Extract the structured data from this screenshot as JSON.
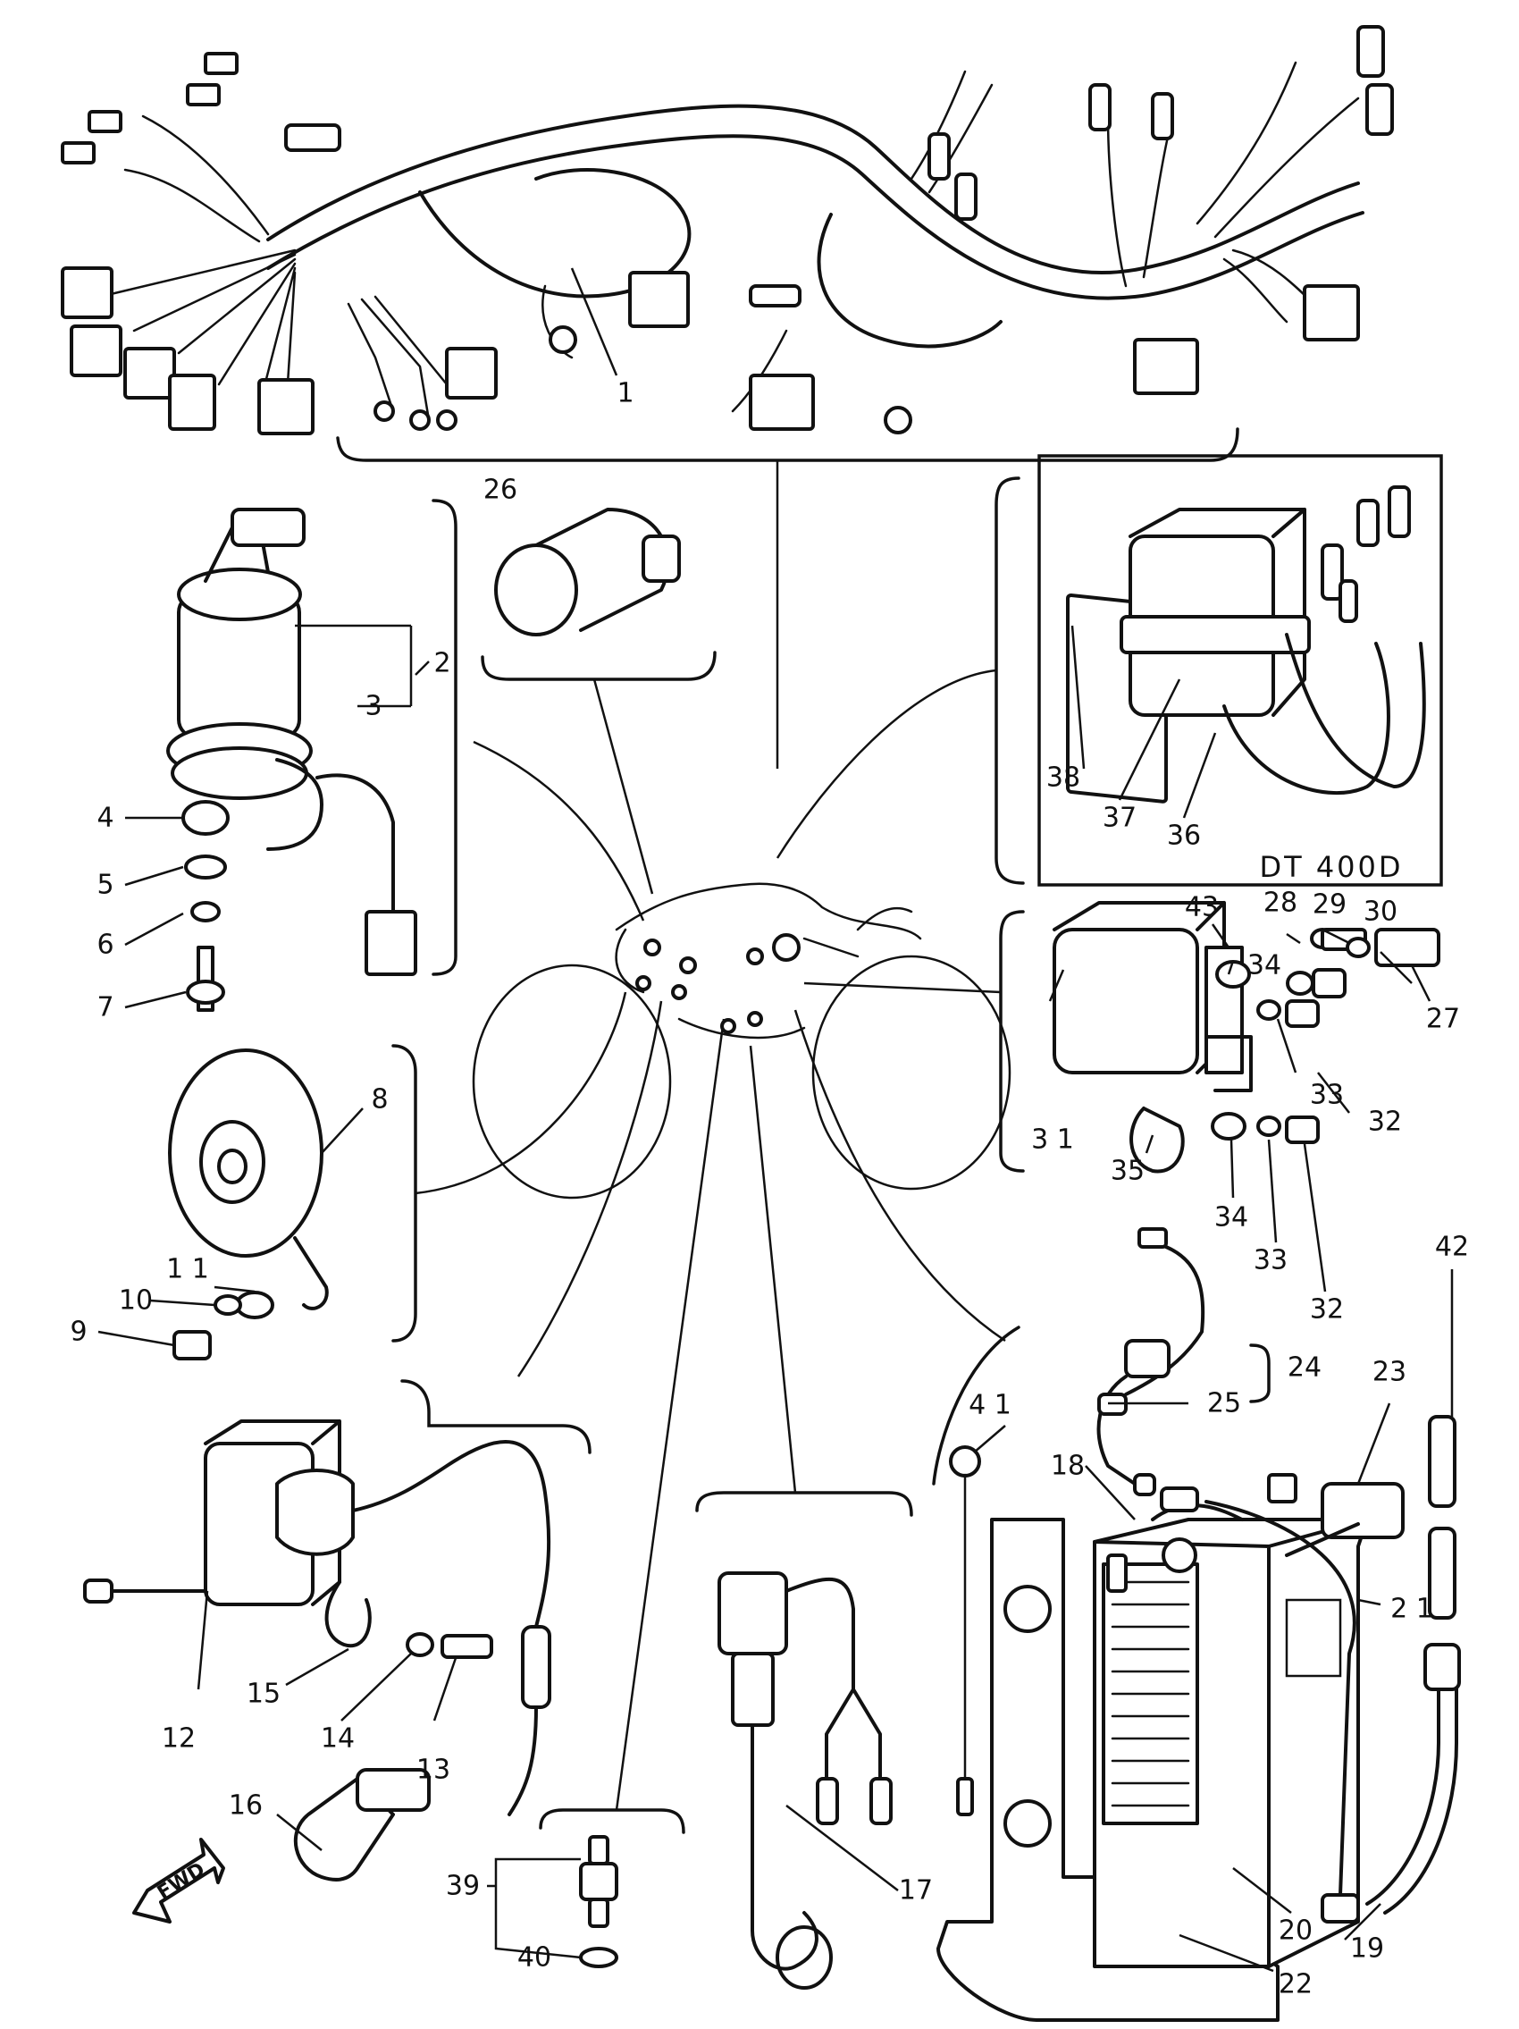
{
  "diagram": {
    "model_label": "DT 400D",
    "direction_label": "FWD",
    "callouts": [
      {
        "id": "1",
        "text": "1"
      },
      {
        "id": "2",
        "text": "2"
      },
      {
        "id": "3",
        "text": "3"
      },
      {
        "id": "4",
        "text": "4"
      },
      {
        "id": "5",
        "text": "5"
      },
      {
        "id": "6",
        "text": "6"
      },
      {
        "id": "7",
        "text": "7"
      },
      {
        "id": "8",
        "text": "8"
      },
      {
        "id": "9",
        "text": "9"
      },
      {
        "id": "10",
        "text": "10"
      },
      {
        "id": "11",
        "text": "1 1"
      },
      {
        "id": "12",
        "text": "12"
      },
      {
        "id": "13",
        "text": "13"
      },
      {
        "id": "14",
        "text": "14"
      },
      {
        "id": "15",
        "text": "15"
      },
      {
        "id": "16",
        "text": "16"
      },
      {
        "id": "17",
        "text": "17"
      },
      {
        "id": "18",
        "text": "18"
      },
      {
        "id": "19",
        "text": "19"
      },
      {
        "id": "20",
        "text": "20"
      },
      {
        "id": "21",
        "text": "2 1"
      },
      {
        "id": "22",
        "text": "22"
      },
      {
        "id": "23",
        "text": "23"
      },
      {
        "id": "24",
        "text": "24"
      },
      {
        "id": "25",
        "text": "25"
      },
      {
        "id": "26",
        "text": "26"
      },
      {
        "id": "27",
        "text": "27"
      },
      {
        "id": "28",
        "text": "28"
      },
      {
        "id": "29",
        "text": "29"
      },
      {
        "id": "30",
        "text": "30"
      },
      {
        "id": "31",
        "text": "3 1"
      },
      {
        "id": "32a",
        "text": "32"
      },
      {
        "id": "32b",
        "text": "32"
      },
      {
        "id": "33a",
        "text": "33"
      },
      {
        "id": "33b",
        "text": "33"
      },
      {
        "id": "34a",
        "text": "34"
      },
      {
        "id": "34b",
        "text": "34"
      },
      {
        "id": "35",
        "text": "35"
      },
      {
        "id": "36",
        "text": "36"
      },
      {
        "id": "37",
        "text": "37"
      },
      {
        "id": "38",
        "text": "38"
      },
      {
        "id": "39",
        "text": "39"
      },
      {
        "id": "40",
        "text": "40"
      },
      {
        "id": "41",
        "text": "4 1"
      },
      {
        "id": "42",
        "text": "42"
      },
      {
        "id": "43",
        "text": "43"
      }
    ]
  }
}
